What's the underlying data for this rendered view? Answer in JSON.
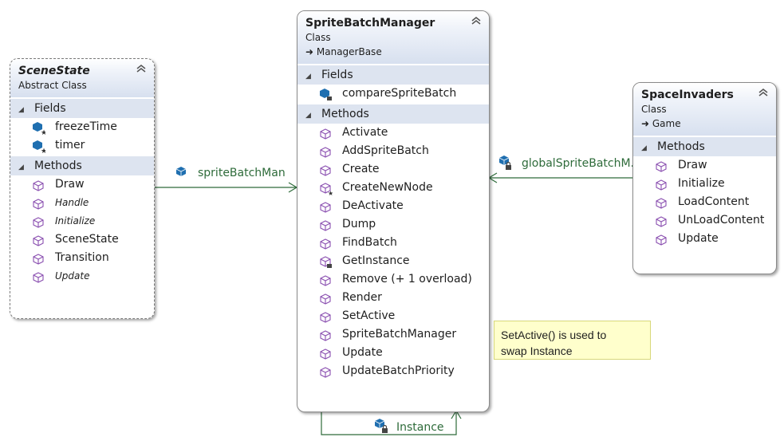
{
  "classes": {
    "scenestate": {
      "name": "SceneState",
      "stereotype": "Abstract Class",
      "fields_label": "Fields",
      "methods_label": "Methods",
      "fields": [
        "freezeTime",
        "timer"
      ],
      "methods": [
        "Draw",
        "Handle",
        "Initialize",
        "SceneState",
        "Transition",
        "Update"
      ]
    },
    "spritebatchmanager": {
      "name": "SpriteBatchManager",
      "stereotype": "Class",
      "base": "ManagerBase",
      "fields_label": "Fields",
      "methods_label": "Methods",
      "fields": [
        "compareSpriteBatch"
      ],
      "methods": [
        "Activate",
        "AddSpriteBatch",
        "Create",
        "CreateNewNode",
        "DeActivate",
        "Dump",
        "FindBatch",
        "GetInstance",
        "Remove (+ 1 overload)",
        "Render",
        "SetActive",
        "SpriteBatchManager",
        "Update",
        "UpdateBatchPriority"
      ]
    },
    "spaceinvaders": {
      "name": "SpaceInvaders",
      "stereotype": "Class",
      "base": "Game",
      "methods_label": "Methods",
      "methods": [
        "Draw",
        "Initialize",
        "LoadContent",
        "UnLoadContent",
        "Update"
      ]
    }
  },
  "associations": {
    "scene_to_sbm": "spriteBatchMan",
    "si_to_sbm": "globalSpriteBatchM...",
    "self_instance": "Instance"
  },
  "note": {
    "line1": "SetActive() is used to",
    "line2": "swap Instance"
  },
  "colors": {
    "connector": "#2e6b3a",
    "header_bg": "#d7e0ef",
    "section_bg": "#dde4f0",
    "method_icon": "#8a4fb0",
    "field_icon": "#1f6fb0",
    "note_bg": "#ffffcc"
  },
  "icons": {
    "method": "method-cube-icon",
    "field": "field-cube-icon",
    "lock": "private-lock-icon",
    "static": "static-star-icon",
    "collapse": "collapse-chevron-icon",
    "inherits": "inheritance-arrow-icon"
  }
}
